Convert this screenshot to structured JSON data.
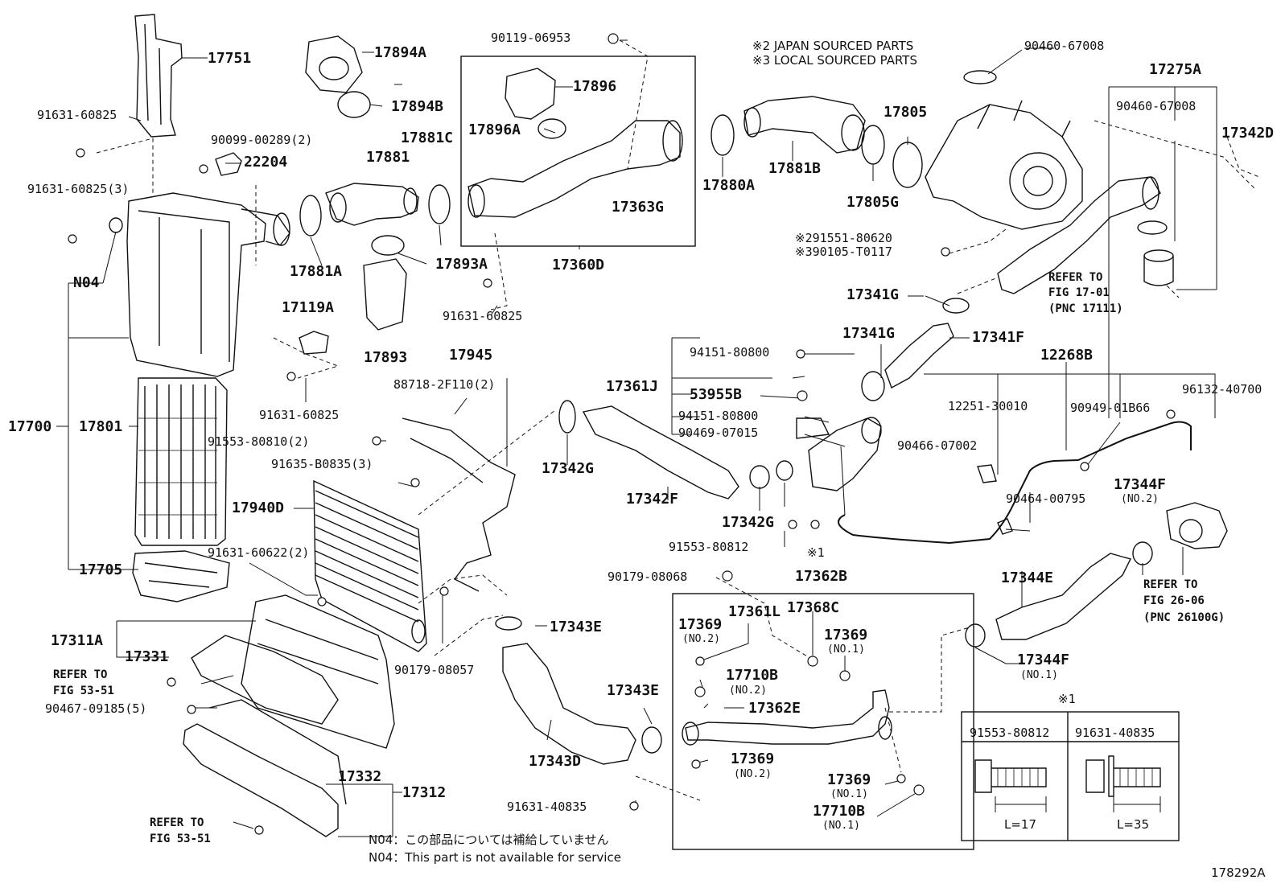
{
  "figure_code": "178292A",
  "notes": {
    "japan_sourced": "※2 JAPAN SOURCED PARTS",
    "local_sourced": "※3 LOCAL SOURCED PARTS",
    "n04_jp": "N04：この部品については補給していません",
    "n04_en": "N04：This part is not available for service"
  },
  "parts": {
    "p17751": "17751",
    "p91631_60825_a": "91631-60825",
    "p91631_60825_3": "91631-60825(3)",
    "pN04": "N04",
    "p17700": "17700",
    "p17801": "17801",
    "p17705": "17705",
    "p17894A": "17894A",
    "p17894B": "17894B",
    "p90099": "90099-00289(2)",
    "p22204": "22204",
    "p17881": "17881",
    "p17881C": "17881C",
    "p17881A": "17881A",
    "p17893A": "17893A",
    "p17893": "17893",
    "p17119A": "17119A",
    "p91631_60825_b": "91631-60825",
    "p91631_60825_c": "91631-60825",
    "p90119": "90119-06953",
    "p17896": "17896",
    "p17896A": "17896A",
    "p17363G": "17363G",
    "p17360D": "17360D",
    "p17880A": "17880A",
    "p17881B": "17881B",
    "p17805": "17805",
    "p17805G": "17805G",
    "p90460_a": "90460-67008",
    "p17275A": "17275A",
    "p90460_b": "90460-67008",
    "p17342D": "17342D",
    "p91551": "※291551-80620",
    "p390105": "※390105-T0117",
    "p17341G_a": "17341G",
    "p17341G_b": "17341G",
    "p17341F": "17341F",
    "p12268B": "12268B",
    "p17945": "17945",
    "p88718": "88718-2F110(2)",
    "p91553_80810": "91553-80810(2)",
    "p91635": "91635-B0835(3)",
    "p17940D": "17940D",
    "p91631_60622": "91631-60622(2)",
    "p17342G_a": "17342G",
    "p17342F": "17342F",
    "p17361J": "17361J",
    "p94151_a": "94151-80800",
    "p53955B": "53955B",
    "p94151_b": "94151-80800",
    "p90469": "90469-07015",
    "p17342G_b": "17342G",
    "p91553_80812": "91553-80812",
    "pMark1": "※1",
    "p90466": "90466-07002",
    "p12251": "12251-30010",
    "p90949": "90949-01B66",
    "p96132": "96132-40700",
    "p90464": "90464-00795",
    "p17344F_a": "17344F",
    "p17344F_a_sub": "(NO.2)",
    "p17344E": "17344E",
    "p17344F_b": "17344F",
    "p17344F_b_sub": "(NO.1)",
    "p17311A": "17311A",
    "p17331": "17331",
    "p90467": "90467-09185(5)",
    "p17332": "17332",
    "p17312": "17312",
    "p90179_08057": "90179-08057",
    "p17343E_a": "17343E",
    "p17343E_b": "17343E",
    "p17343D": "17343D",
    "p91631_40835": "91631-40835",
    "p90179_08068": "90179-08068",
    "p17362B": "17362B",
    "p17361L": "17361L",
    "p17368C": "17368C",
    "p17369_a": "17369",
    "p17369_a_sub": "(NO.2)",
    "p17369_b": "17369",
    "p17369_b_sub": "(NO.1)",
    "p17710B_a": "17710B",
    "p17710B_a_sub": "(NO.2)",
    "p17362E": "17362E",
    "p17369_c": "17369",
    "p17369_c_sub": "(NO.2)",
    "p17369_d": "17369",
    "p17369_d_sub": "(NO.1)",
    "p17710B_b": "17710B",
    "p17710B_b_sub": "(NO.1)"
  },
  "references": {
    "r17_01_a": "REFER TO",
    "r17_01_b": "FIG 17-01",
    "r17_01_c": "(PNC 17111)",
    "r26_06_a": "REFER TO",
    "r26_06_b": "FIG 26-06",
    "r26_06_c": "(PNC 26100G)",
    "r53_51_a1": "REFER TO",
    "r53_51_a2": "FIG 53-51",
    "r53_51_b1": "REFER TO",
    "r53_51_b2": "FIG 53-51"
  },
  "inset": {
    "mark": "※1",
    "col1": "91553-80812",
    "col2": "91631-40835",
    "len1": "L=17",
    "len2": "L=35"
  }
}
